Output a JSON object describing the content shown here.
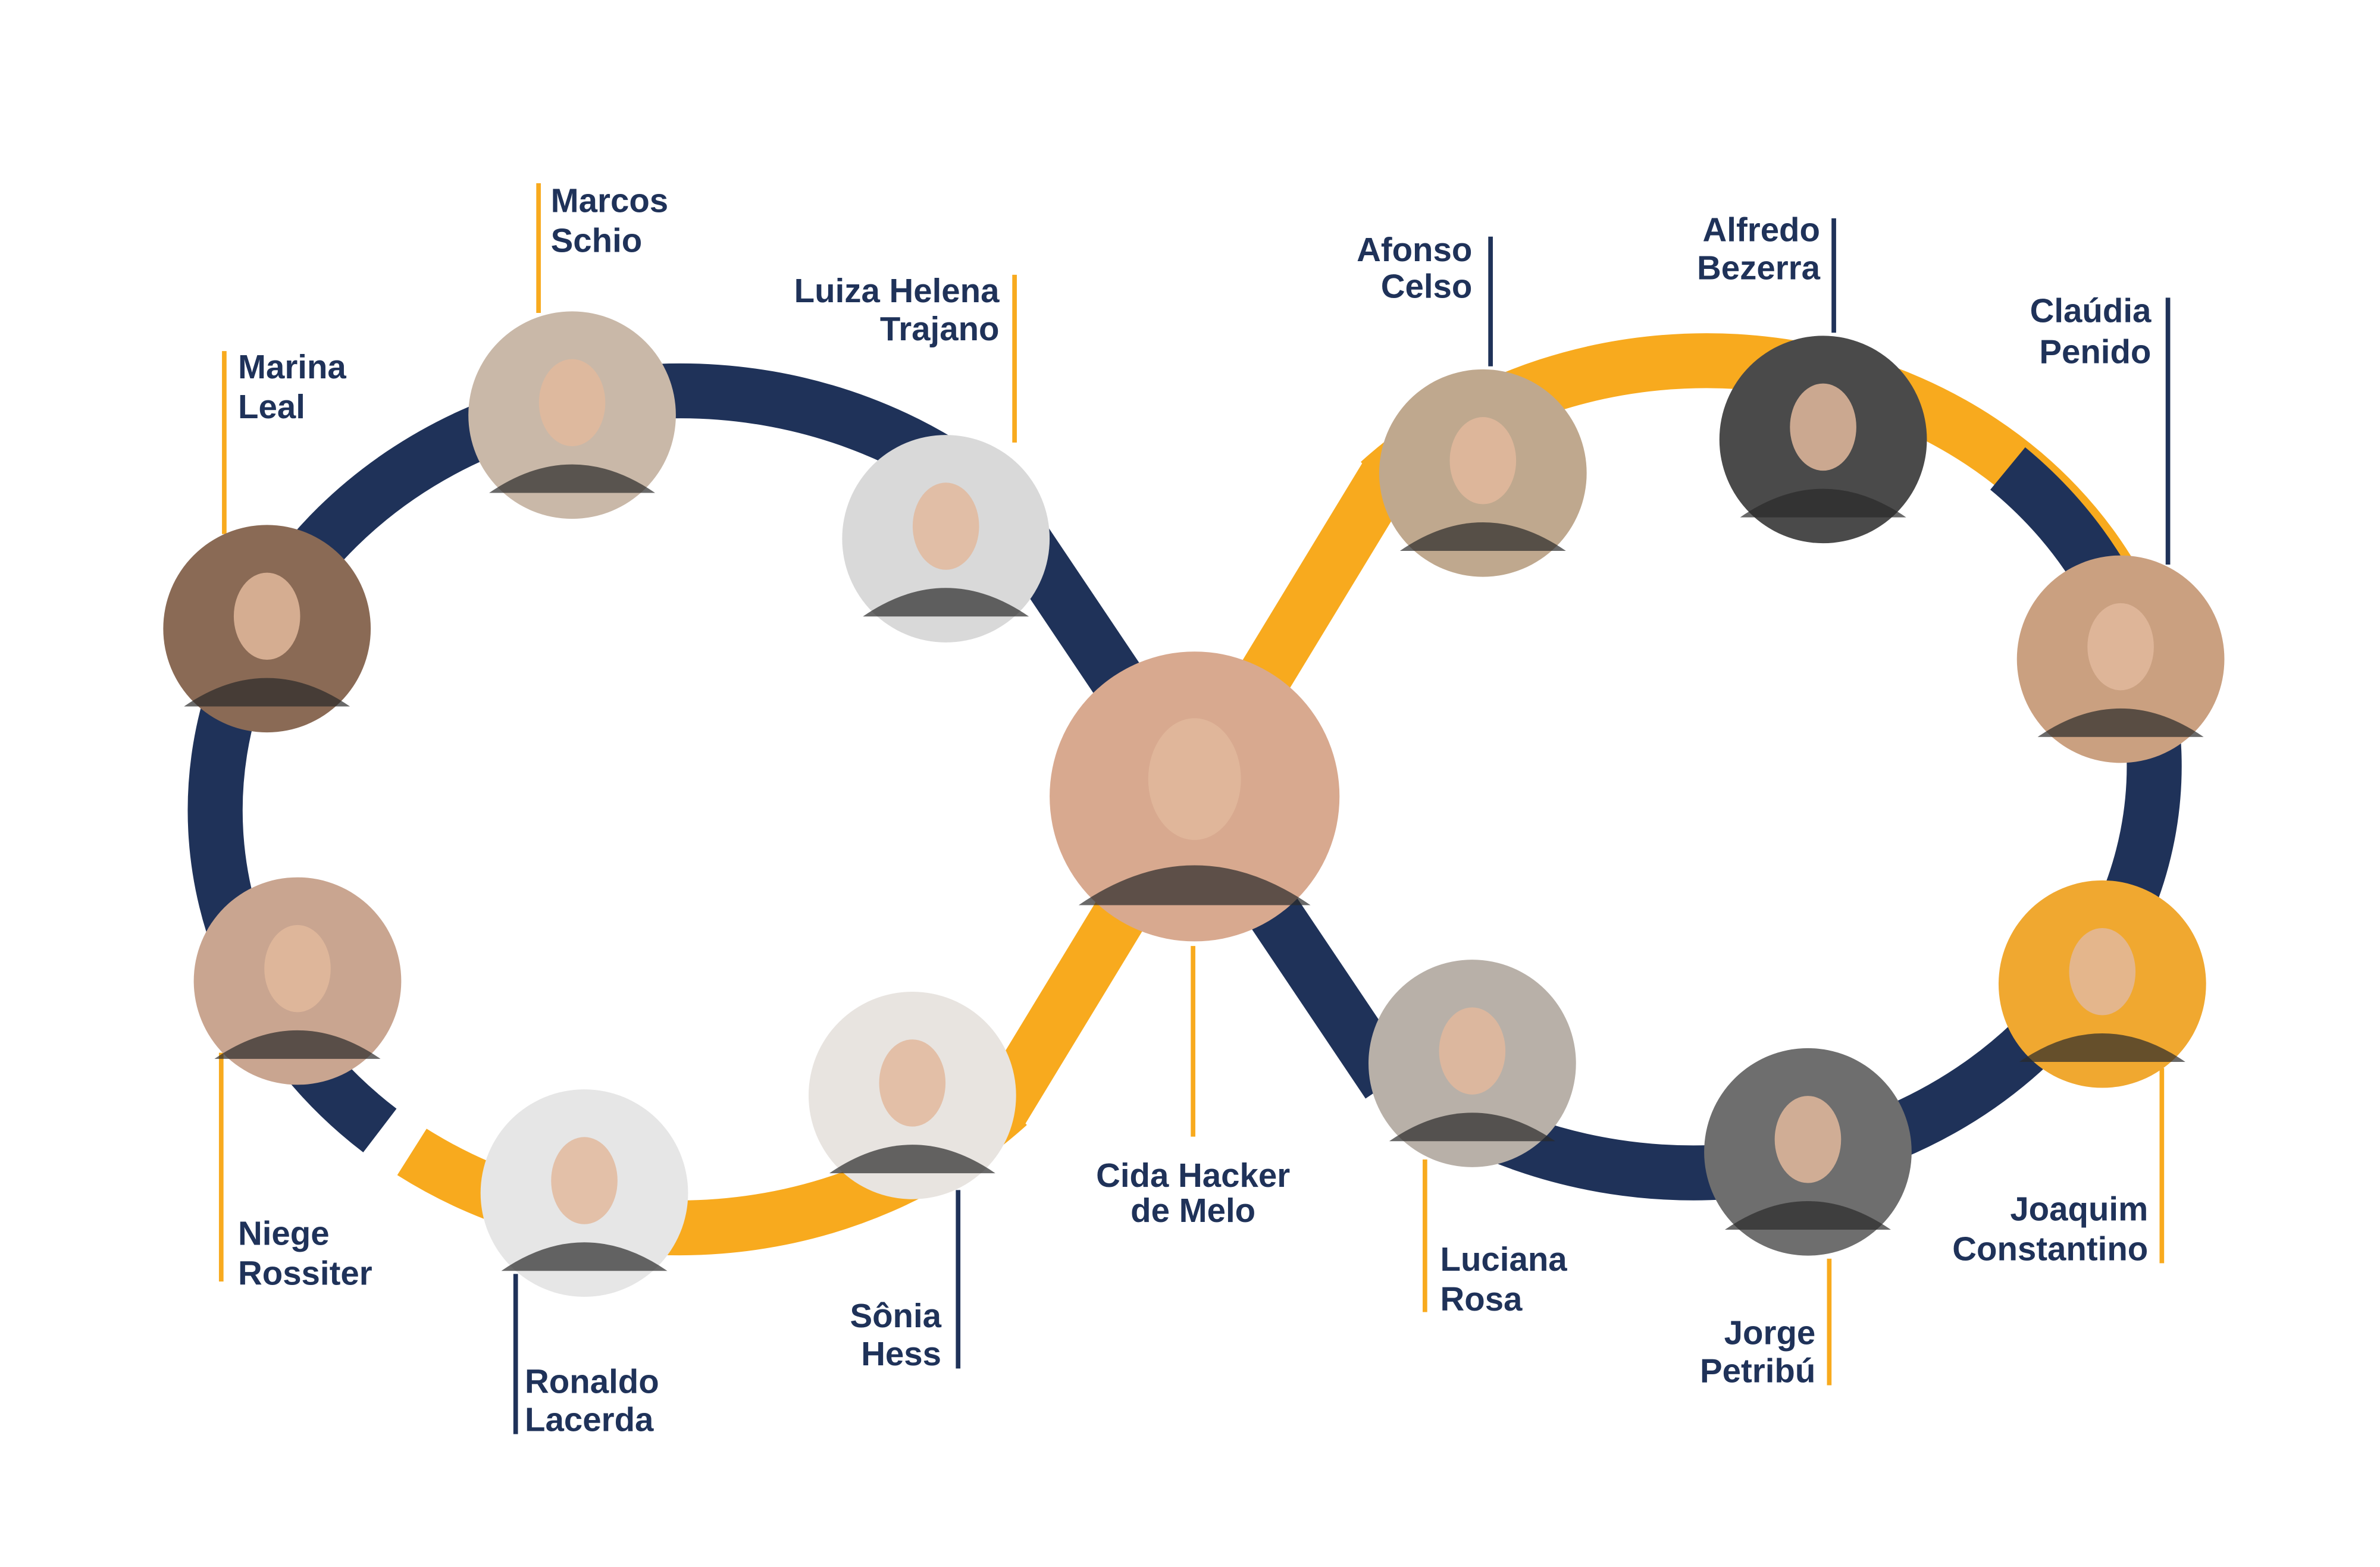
{
  "colors": {
    "navy": "#1f3259",
    "orange": "#f8aa1e",
    "background": "#ffffff"
  },
  "people": [
    {
      "id": "marina-leal",
      "lines": [
        "Marina",
        "Leal"
      ]
    },
    {
      "id": "marcos-schio",
      "lines": [
        "Marcos",
        "Schio"
      ]
    },
    {
      "id": "luiza-helena-trajano",
      "lines": [
        "Luiza Helena",
        "Trajano"
      ]
    },
    {
      "id": "cida-hacker-de-melo",
      "lines": [
        "Cida Hacker",
        "de Melo"
      ]
    },
    {
      "id": "niege-rossiter",
      "lines": [
        "Niege",
        "Rossiter"
      ]
    },
    {
      "id": "ronaldo-lacerda",
      "lines": [
        "Ronaldo",
        "Lacerda"
      ]
    },
    {
      "id": "sonia-hess",
      "lines": [
        "Sônia",
        "Hess"
      ]
    },
    {
      "id": "afonso-celso",
      "lines": [
        "Afonso",
        "Celso"
      ]
    },
    {
      "id": "alfredo-bezerra",
      "lines": [
        "Alfredo",
        "Bezerra"
      ]
    },
    {
      "id": "claudia-penido",
      "lines": [
        "Claúdia",
        "Penido"
      ]
    },
    {
      "id": "luciana-rosa",
      "lines": [
        "Luciana",
        "Rosa"
      ]
    },
    {
      "id": "jorge-petribu",
      "lines": [
        "Jorge",
        "Petribú"
      ]
    },
    {
      "id": "joaquim-constantino",
      "lines": [
        "Joaquim",
        "Constantino"
      ]
    }
  ]
}
